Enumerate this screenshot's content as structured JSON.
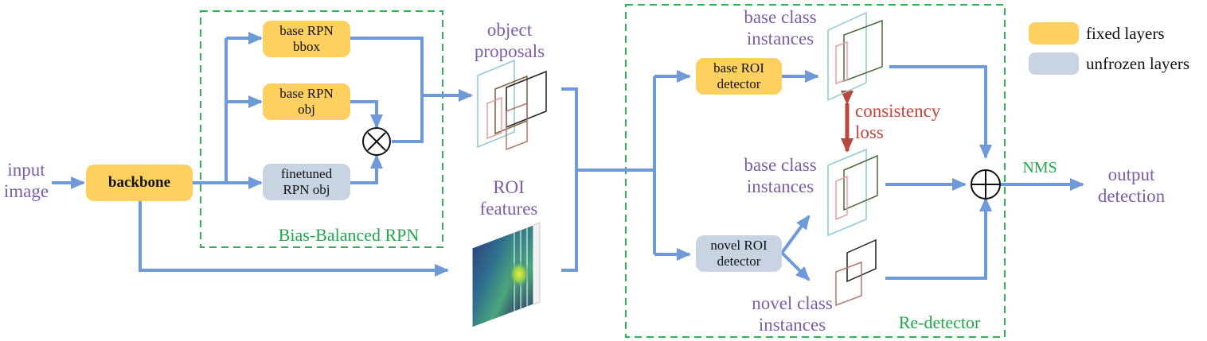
{
  "labels": {
    "input_image": "input\nimage",
    "object_proposals": "object\nproposals",
    "roi_features": "ROI\nfeatures",
    "bias_balanced_rpn": "Bias-Balanced RPN",
    "base_class_instances_top": "base class\ninstances",
    "base_class_instances_mid": "base class\ninstances",
    "novel_class_instances": "novel class\ninstances",
    "consistency_loss": "consistency\nloss",
    "nms": "NMS",
    "output_detection": "output\ndetection",
    "re_detector": "Re-detector"
  },
  "nodes": {
    "backbone": "backbone",
    "base_rpn_bbox": "base RPN\nbbox",
    "base_rpn_obj": "base RPN\nobj",
    "finetuned_rpn_obj": "finetuned\nRPN obj",
    "base_roi_detector": "base ROI\ndetector",
    "novel_roi_detector": "novel ROI\ndetector"
  },
  "operators": {
    "multiply": "⊗",
    "add": "⊕"
  },
  "legend": [
    {
      "label": "fixed layers",
      "color": "#fdd05f"
    },
    {
      "label": "unfrozen layers",
      "color": "#c9d4e3"
    }
  ],
  "colors": {
    "arrow": "#6f9ad9",
    "dashed_box": "#2fb357",
    "consistency_arrow": "#b8473d"
  }
}
